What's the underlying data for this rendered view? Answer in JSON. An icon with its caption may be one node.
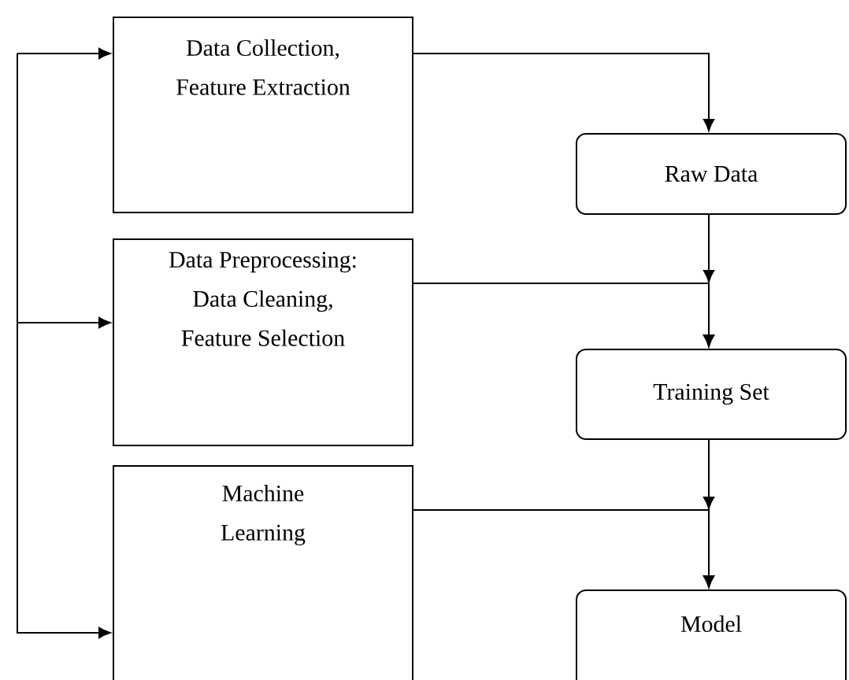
{
  "diagram": {
    "nodes": [
      {
        "text": [
          "Data Collection, Feature Extraction"
        ]
      },
      {
        "text": [
          "Data Preprocessing: Data Cleaning, Feature Selection"
        ]
      },
      {
        "text": [
          "Machine Learning"
        ]
      },
      {
        "text": [
          "Raw Data"
        ]
      },
      {
        "text": [
          "Training Set"
        ]
      },
      {
        "text": [
          "Model"
        ]
      }
    ],
    "edges": [
      {
        "from": null,
        "to": 0,
        "arrow": "to"
      },
      {
        "from": null,
        "to": 1,
        "arrow": "to"
      },
      {
        "from": null,
        "to": 2,
        "arrow": "to"
      },
      {
        "from": 0,
        "to": 3,
        "arrow": "to"
      },
      {
        "from": 3,
        "to": 4,
        "arrow": "to"
      },
      {
        "from": 1,
        "to": 4,
        "arrow": "to"
      },
      {
        "from": 4,
        "to": 5,
        "arrow": "to"
      },
      {
        "from": 2,
        "to": 5,
        "arrow": "to"
      }
    ]
  }
}
